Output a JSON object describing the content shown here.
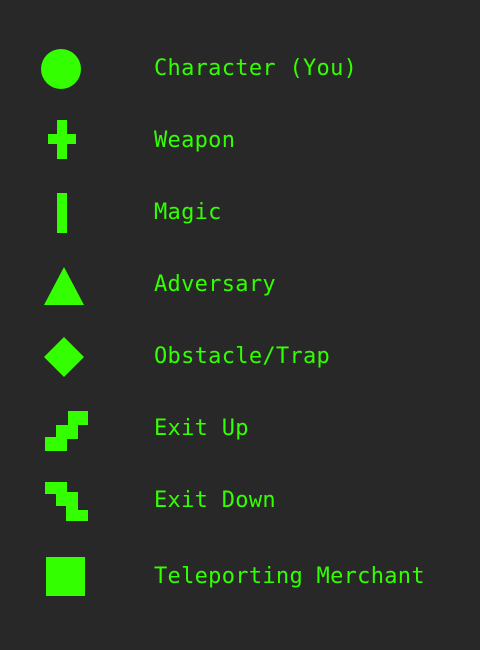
{
  "theme": {
    "background": "#282828",
    "accent": "#33ff00"
  },
  "legend": {
    "items": [
      {
        "icon": "circle-icon",
        "label": "Character (You)"
      },
      {
        "icon": "dagger-icon",
        "label": "Weapon"
      },
      {
        "icon": "bar-icon",
        "label": "Magic"
      },
      {
        "icon": "triangle-icon",
        "label": "Adversary"
      },
      {
        "icon": "diamond-icon",
        "label": "Obstacle/Trap"
      },
      {
        "icon": "stairs-up-icon",
        "label": "Exit Up"
      },
      {
        "icon": "stairs-down-icon",
        "label": "Exit Down"
      },
      {
        "icon": "square-icon",
        "label": "Teleporting Merchant"
      }
    ]
  }
}
